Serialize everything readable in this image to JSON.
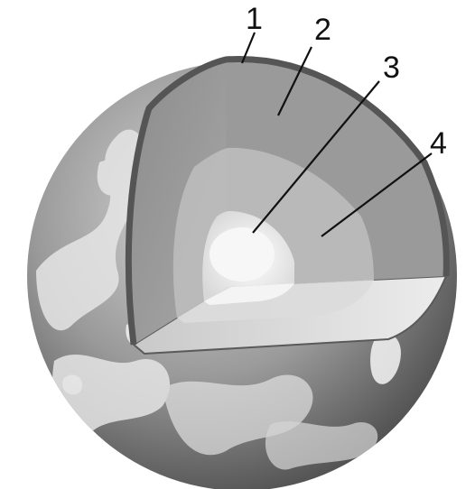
{
  "labels": [
    {
      "id": "1",
      "text": "1"
    },
    {
      "id": "2",
      "text": "2"
    },
    {
      "id": "3",
      "text": "3"
    },
    {
      "id": "4",
      "text": "4"
    }
  ],
  "colors": {
    "ocean": "#8a8a8a",
    "cloud": "#e8e8e8",
    "crust": "#5a5a5a",
    "mantle": "#9c9c9c",
    "outer_core": "#c8c8c8",
    "inner_core": "#f4f4f4",
    "ink": "#111111"
  }
}
